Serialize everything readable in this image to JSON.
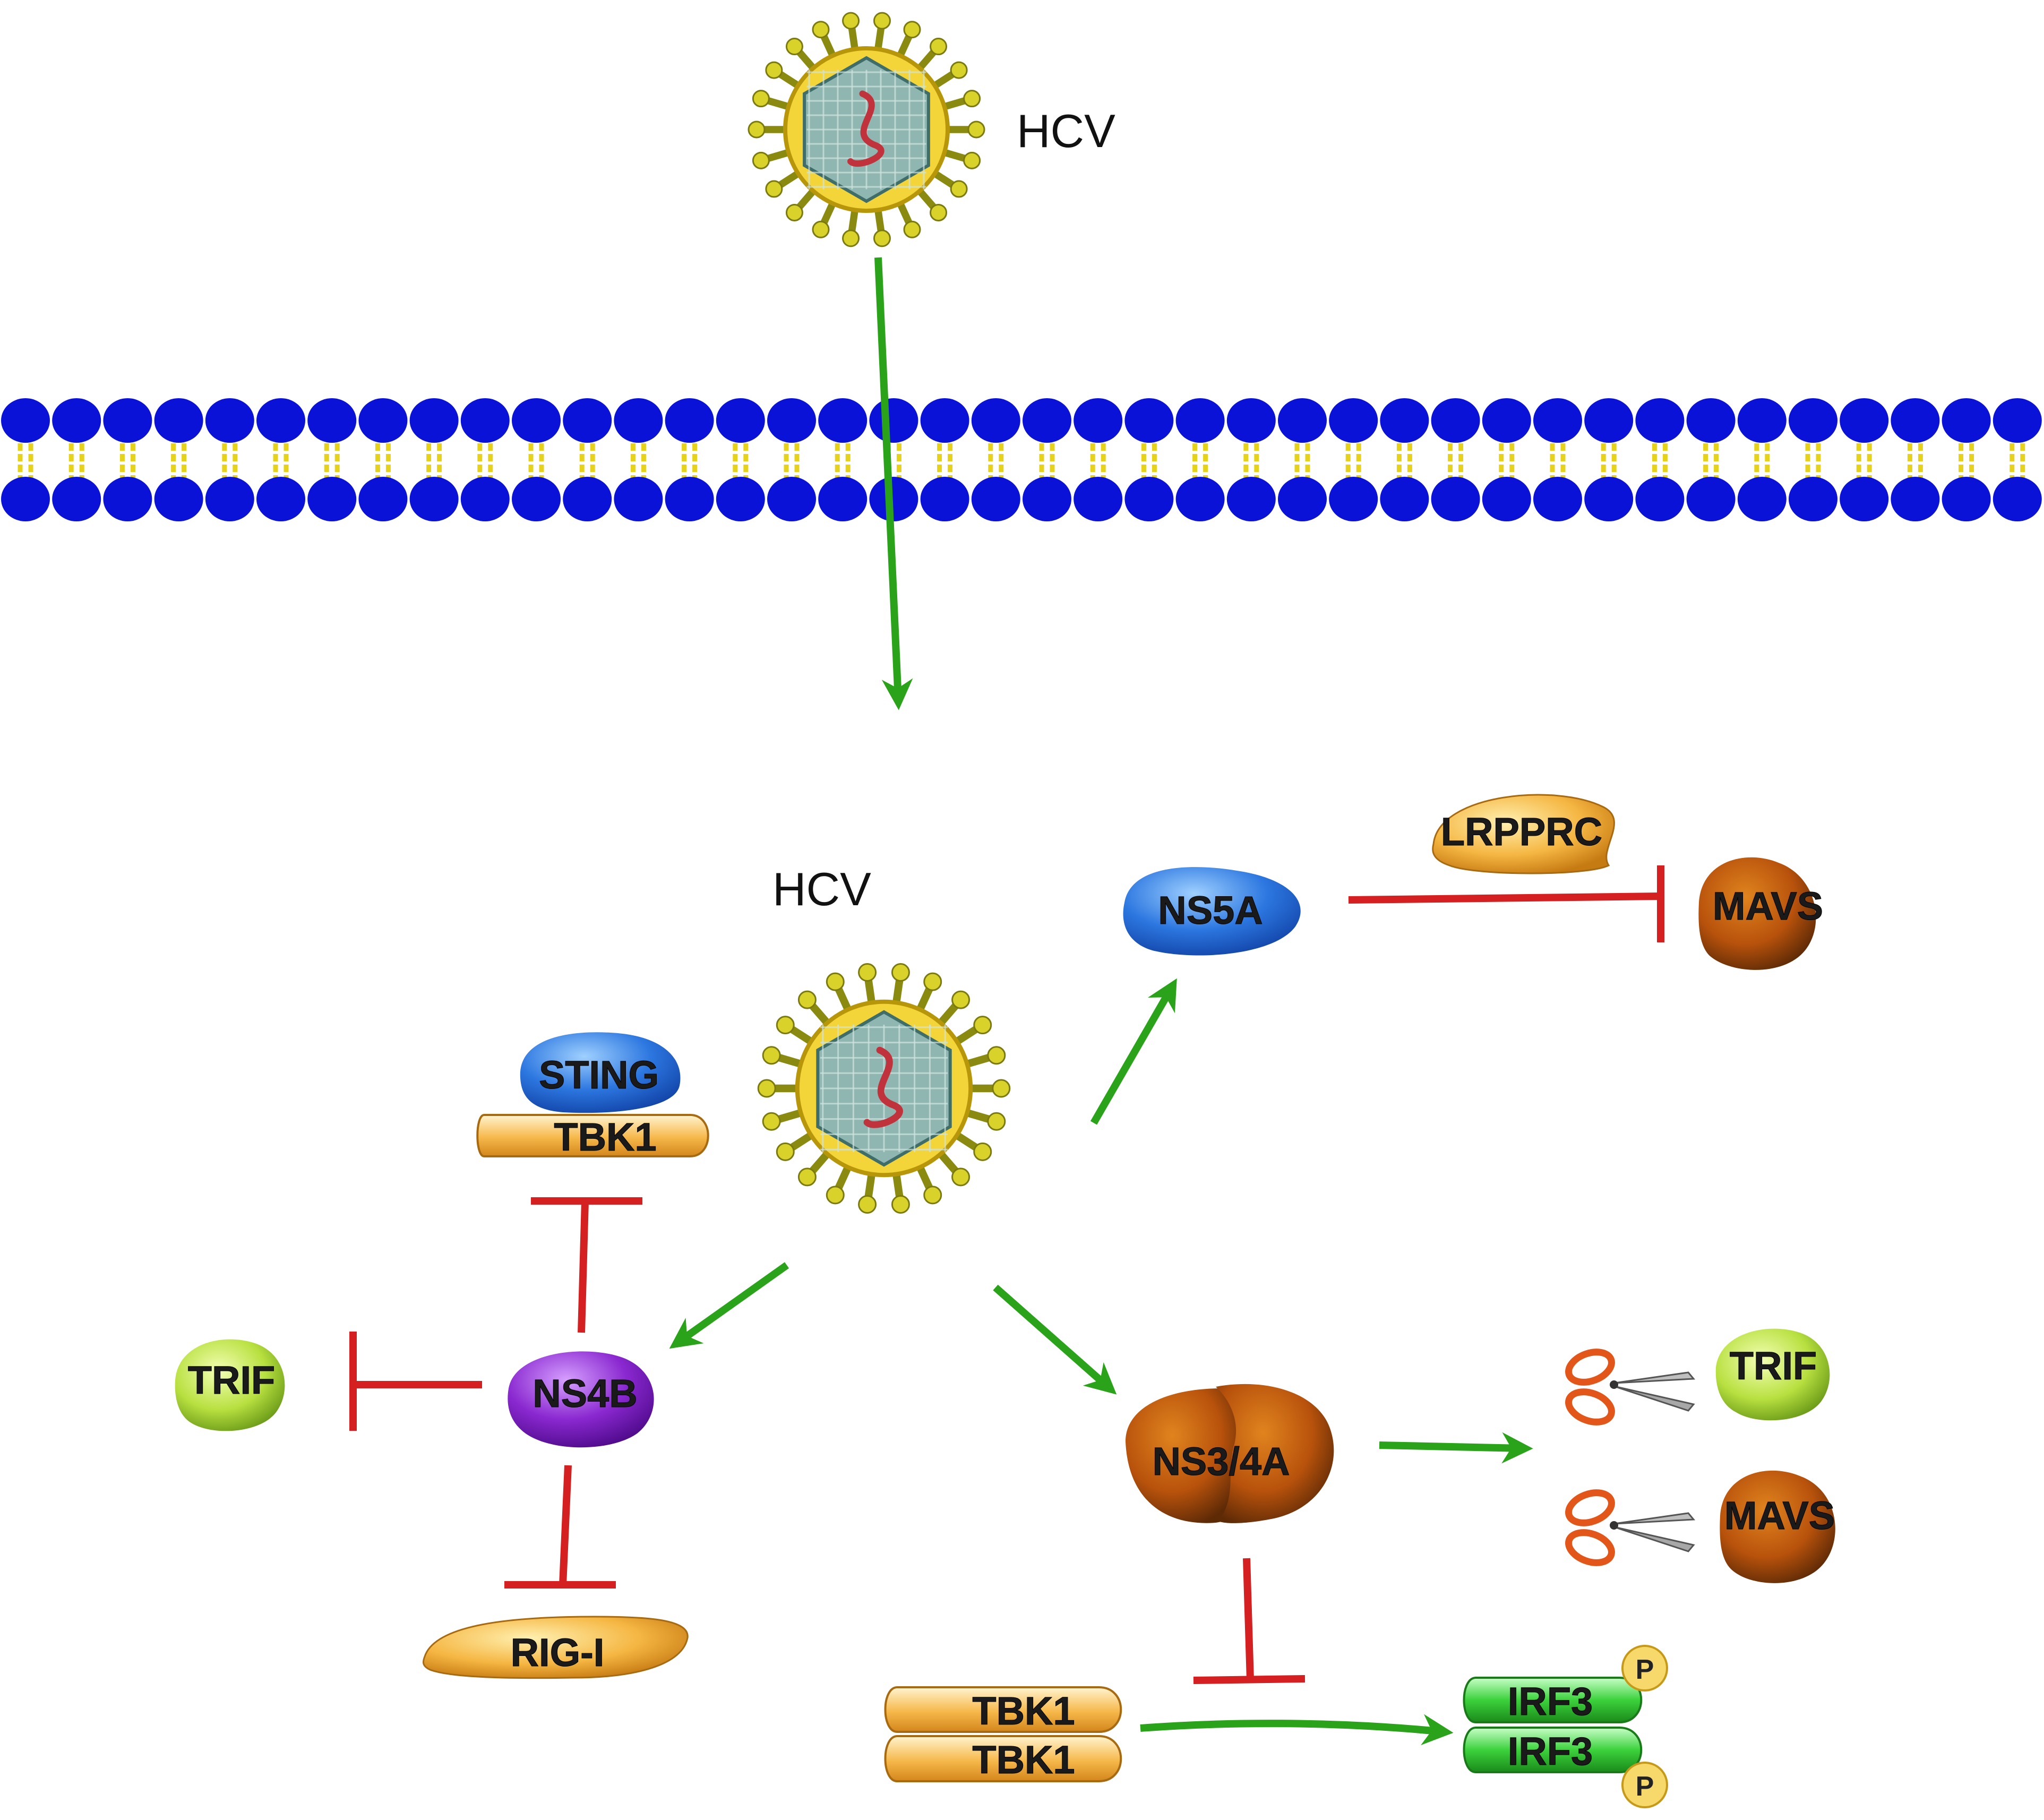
{
  "labels": {
    "hcv_top": "HCV",
    "hcv_center": "HCV"
  },
  "proteins": {
    "ns5a": "NS5A",
    "lrpprc": "LRPPRC",
    "mavs_top": "MAVS",
    "sting": "STING",
    "tbk1_sting": "TBK1",
    "trif_left": "TRIF",
    "ns4b": "NS4B",
    "rig_i": "RIG-I",
    "ns3_4a": "NS3/4A",
    "trif_right": "TRIF",
    "mavs_right": "MAVS",
    "tbk1_a": "TBK1",
    "tbk1_b": "TBK1",
    "irf3_a": "IRF3",
    "irf3_b": "IRF3",
    "phospho_a": "P",
    "phospho_b": "P"
  },
  "colors": {
    "activation_arrow": "#2aa31a",
    "inhibition": "#d42020",
    "membrane_head": "#0a12d8",
    "membrane_tail": "#e6d21a"
  },
  "icons": [
    "hcv-virus-icon",
    "scissors-icon",
    "phosphate-icon"
  ]
}
